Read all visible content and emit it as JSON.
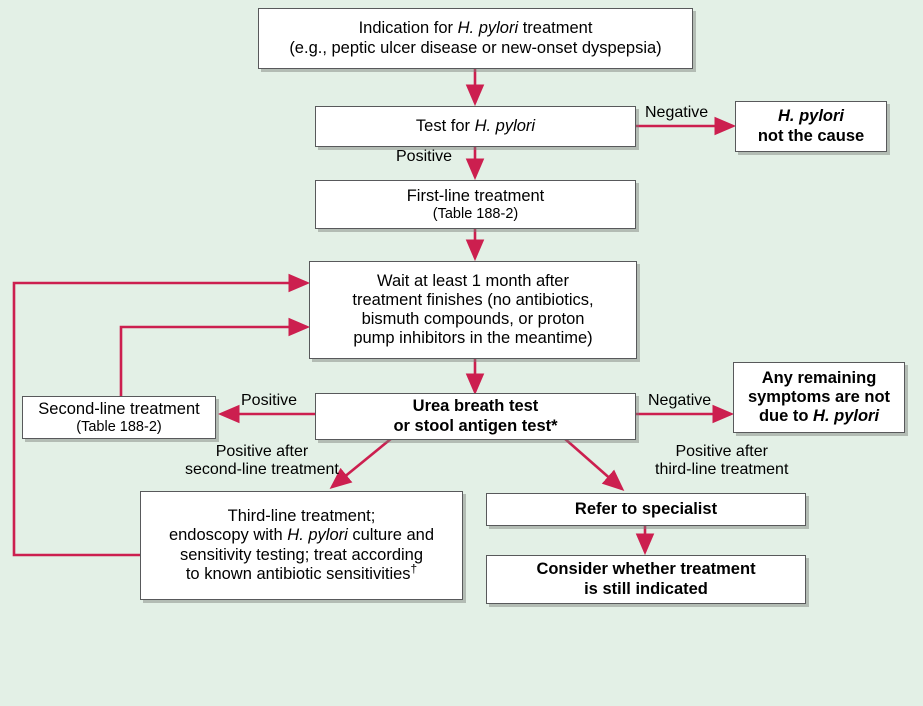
{
  "figure": {
    "title": "H. pylori treatment algorithm",
    "background_color": "#e3f0e6",
    "arrow_color": "#cc1f4f",
    "box_border_color": "#58595b",
    "box_fill_color": "#ffffff"
  },
  "nodes": {
    "indication": {
      "line1_a": "Indication for ",
      "line1_it": "H. pylori",
      "line1_b": " treatment",
      "line2": "(e.g., peptic ulcer disease or new-onset dyspepsia)"
    },
    "test": {
      "line1_a": "Test for ",
      "line1_it": "H. pylori"
    },
    "not_cause": {
      "line1_it": "H. pylori",
      "line2": "not the cause"
    },
    "first_line": {
      "line1": "First-line treatment",
      "line2": "(Table 188-2)"
    },
    "wait": {
      "line1": "Wait at least 1 month after",
      "line2": "treatment finishes (no antibiotics,",
      "line3": "bismuth compounds, or proton",
      "line4": "pump inhibitors in the meantime)"
    },
    "second_line": {
      "line1": "Second-line treatment",
      "line2": "(Table 188-2)"
    },
    "urea_test": {
      "line1": "Urea breath test",
      "line2": "or stool antigen test*"
    },
    "remaining_symptoms": {
      "line1": "Any remaining",
      "line2": "symptoms are not",
      "line3_a": "due to ",
      "line3_it": "H. pylori"
    },
    "third_line": {
      "line1": "Third-line treatment;",
      "line2_a": "endoscopy with ",
      "line2_it": "H. pylori",
      "line2_b": " culture and",
      "line3": "sensitivity testing; treat according",
      "line4_a": "to known antibiotic sensitivities",
      "line4_sup": "†"
    },
    "refer": {
      "line1": "Refer to specialist"
    },
    "consider": {
      "line1": "Consider whether treatment",
      "line2": "is still indicated"
    }
  },
  "edge_labels": {
    "negative_top": "Negative",
    "positive_top": "Positive",
    "positive_left": "Positive",
    "negative_right": "Negative",
    "positive_after_second_l1": "Positive after",
    "positive_after_second_l2": "second-line treatment",
    "positive_after_third_l1": "Positive after",
    "positive_after_third_l2": "third-line treatment"
  }
}
